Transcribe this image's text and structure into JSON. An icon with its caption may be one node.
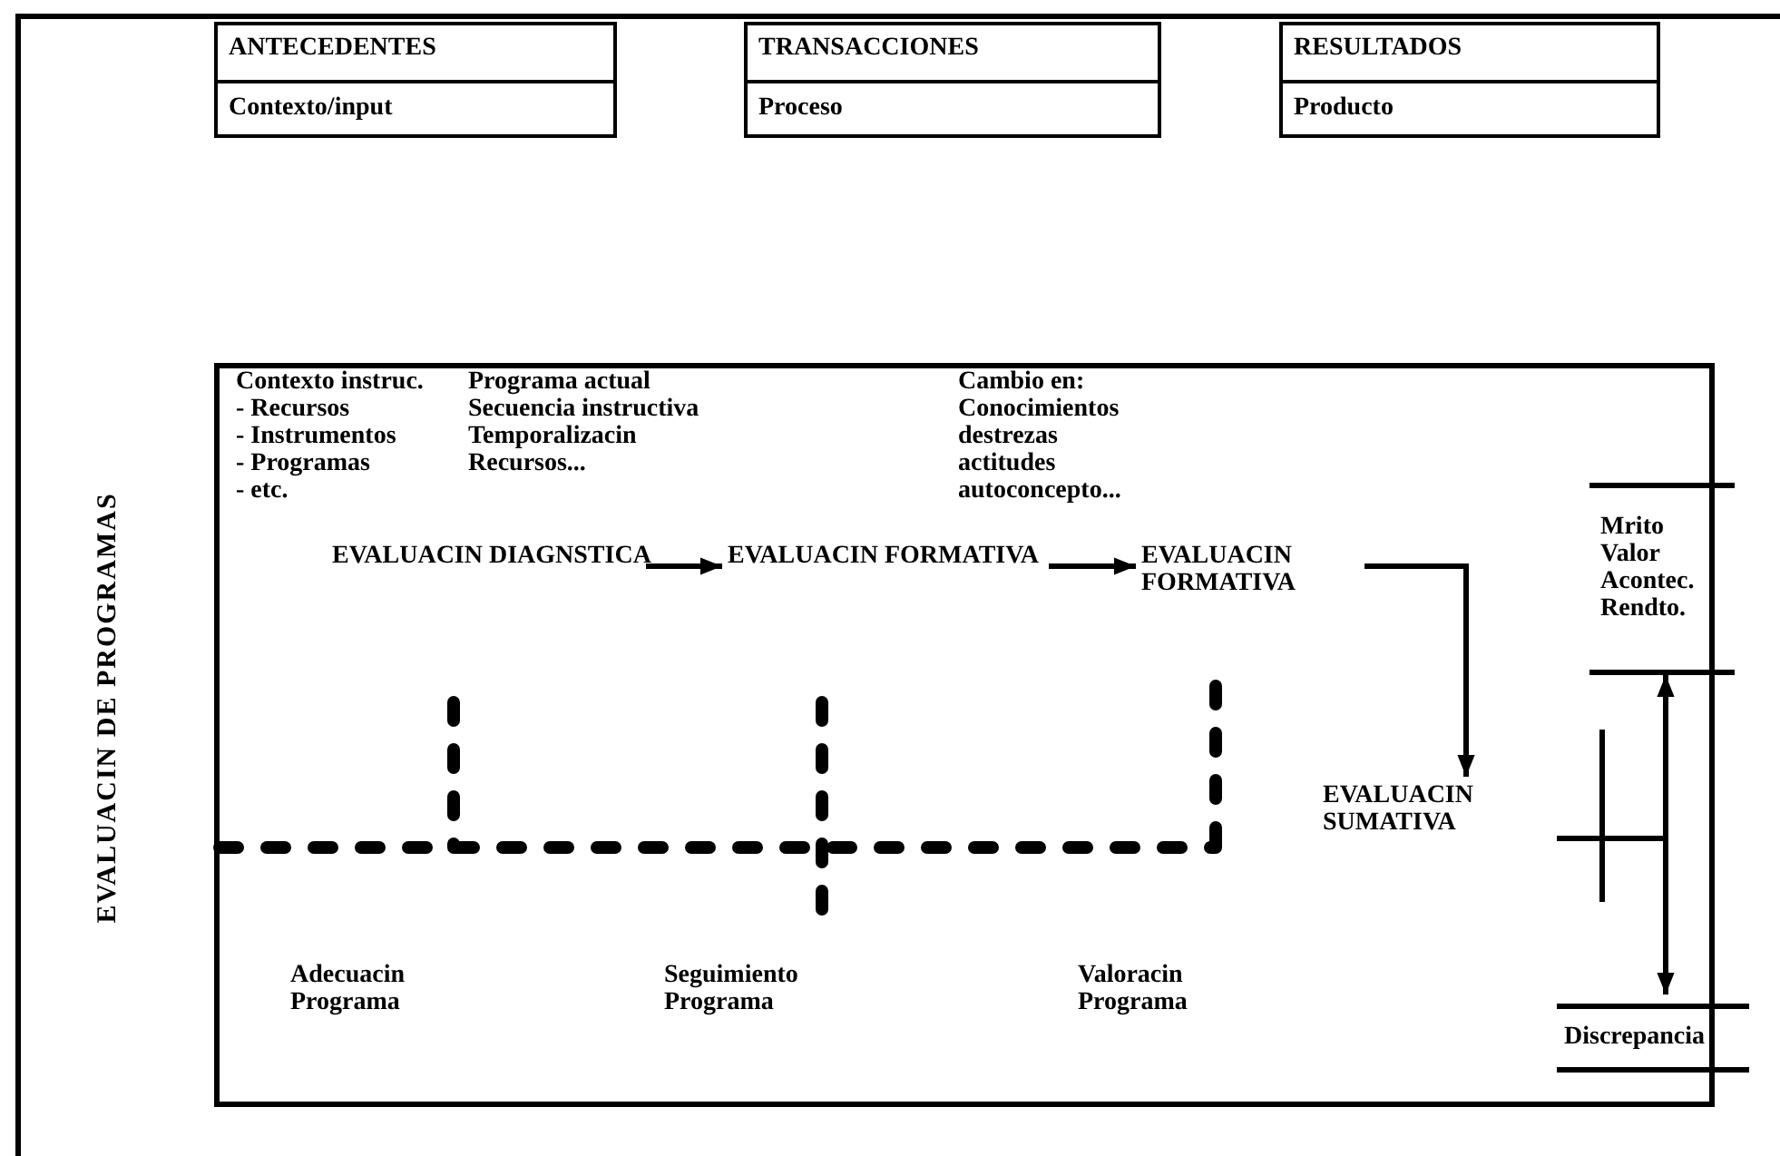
{
  "diagram": {
    "nodes": [
      {
        "text": [
          "ANTECEDENTES",
          "Contexto/input"
        ]
      },
      {
        "text": [
          "TRANSACCIONES",
          "Proceso"
        ]
      },
      {
        "text": [
          "RESULTADOS",
          "Producto"
        ]
      },
      {
        "text": [],
        "shape": "box"
      },
      {
        "text": [
          "EVALUACIN DIAGNSTICA"
        ],
        "in": 3
      },
      {
        "text": [
          "EVALUACIN FORMATIVA"
        ],
        "in": 3
      },
      {
        "text": [
          "EVALUACIN FORMATIVA"
        ],
        "in": 3
      },
      {
        "text": [
          "EVALUACIN SUMATIVA"
        ],
        "in": 3
      },
      {
        "text": [
          "Mrito Valor Acontec. Rendto."
        ],
        "in": 3
      },
      {
        "text": [
          "Discrepancia"
        ],
        "in": 3
      }
    ],
    "edges": [
      {
        "from": 4,
        "to": 5,
        "arrow": "to"
      },
      {
        "from": 5,
        "to": 6,
        "arrow": "to"
      },
      {
        "from": 6,
        "to": 7,
        "arrow": "to"
      },
      {
        "from": 7,
        "to": 8,
        "arrow": "to"
      },
      {
        "from": 7,
        "to": 9,
        "arrow": "to"
      }
    ],
    "labels": [
      "EVALUACIN DE PROGRAMAS",
      "Contexto instruc.",
      "- Recursos",
      "- Instrumentos",
      "- Programas",
      "- etc.",
      "Programa actual",
      "Secuencia instructiva",
      "Temporalizacin",
      "Recursos...",
      "Cambio en:",
      "Conocimientos",
      "destrezas",
      "actitudes",
      "autoconcepto...",
      "Adecuacin Programa",
      "Seguimiento Programa",
      "Valoracin Programa"
    ]
  }
}
